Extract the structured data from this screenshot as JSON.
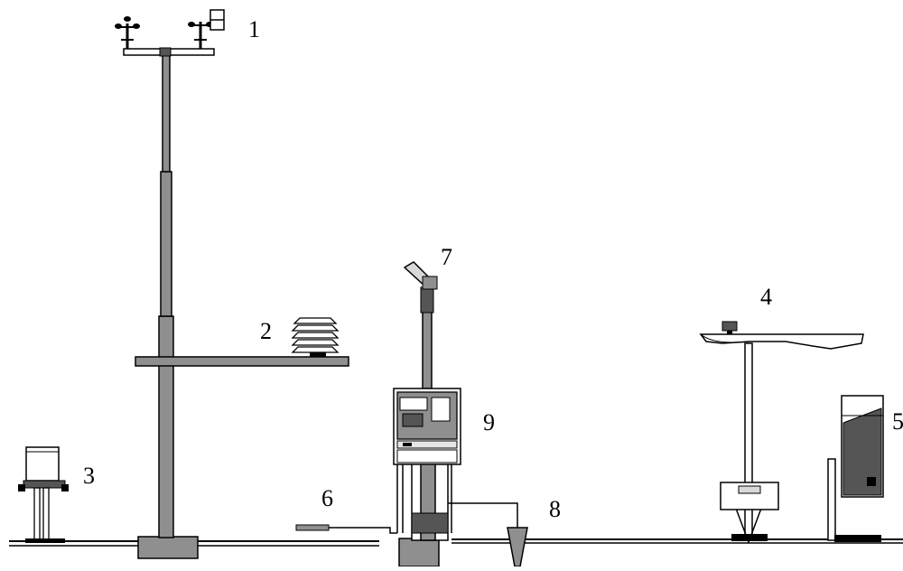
{
  "callouts": {
    "c1": "1",
    "c2": "2",
    "c3": "3",
    "c4": "4",
    "c5": "5",
    "c6": "6",
    "c7": "7",
    "c8": "8",
    "c9": "9"
  },
  "colors": {
    "outline": "#000000",
    "pole": "#8f8f8f",
    "dark": "#555555",
    "light": "#d9d9d9",
    "panel": "#e6e6e6",
    "background": "#ffffff"
  }
}
